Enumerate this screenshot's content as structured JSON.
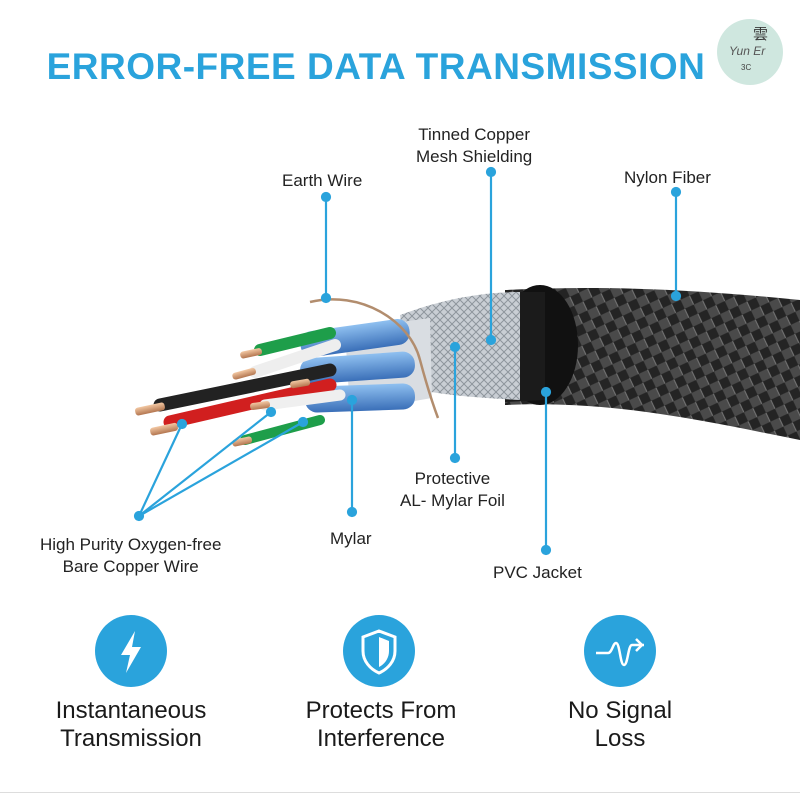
{
  "title": "ERROR-FREE DATA TRANSMISSION",
  "logo": {
    "char": "雲",
    "script": "Yun Er",
    "sub": "3C"
  },
  "labels": {
    "tinned_copper_line1": "Tinned Copper",
    "tinned_copper_line2": "Mesh Shielding",
    "earth_wire": "Earth Wire",
    "nylon_fiber": "Nylon Fiber",
    "protective_line1": "Protective",
    "protective_line2": "AL- Mylar Foil",
    "mylar": "Mylar",
    "pvc_jacket": "PVC Jacket",
    "copper_line1": "High Purity Oxygen-free",
    "copper_line2": "Bare Copper Wire"
  },
  "features": [
    {
      "icon": "lightning-icon",
      "line1": "Instantaneous",
      "line2": "Transmission"
    },
    {
      "icon": "shield-icon",
      "line1": "Protects From",
      "line2": "Interference"
    },
    {
      "icon": "signal-wave-icon",
      "line1": "No Signal",
      "line2": "Loss"
    }
  ],
  "colors": {
    "accent": "#2aa3dc",
    "jacket": "#1e1e1e",
    "copper": "#d9a07a",
    "foil": "#bfc5cc",
    "mylar": "#5a8fd1"
  }
}
